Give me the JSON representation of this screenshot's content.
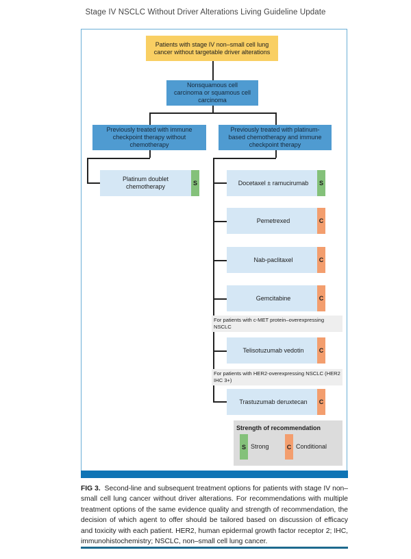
{
  "header": {
    "title": "Stage IV NSCLC Without Driver Alterations Living Guideline Update"
  },
  "flowchart": {
    "root": "Patients with stage IV non–small cell lung cancer without targetable driver alterations",
    "histology": "Nonsquamous cell carcinoma or squamous cell carcinoma",
    "branches": [
      {
        "label": "Previously treated with immune checkpoint therapy without chemotherapy",
        "treatments": [
          {
            "name": "Platinum doublet chemotherapy",
            "strength": "S"
          }
        ]
      },
      {
        "label": "Previously treated with platinum-based chemotherapy and immune checkpoint therapy",
        "treatments": [
          {
            "name": "Docetaxel ± ramucirumab",
            "strength": "S"
          },
          {
            "name": "Pemetrexed",
            "strength": "C"
          },
          {
            "name": "Nab-paclitaxel",
            "strength": "C"
          },
          {
            "name": "Gemcitabine",
            "strength": "C"
          },
          {
            "name": "Telisotuzumab vedotin",
            "strength": "C",
            "note": "For patients with c-MET protein–overexpressing NSCLC"
          },
          {
            "name": "Trastuzumab deruxtecan",
            "strength": "C",
            "note": "For patients with HER2-overexpressing NSCLC (HER2 IHC 3+)"
          }
        ]
      }
    ]
  },
  "legend": {
    "title": "Strength of recommendation",
    "items": [
      {
        "code": "S",
        "label": "Strong",
        "color": "#84c17a"
      },
      {
        "code": "C",
        "label": "Conditional",
        "color": "#f39e6e"
      }
    ]
  },
  "colors": {
    "root": "#f9cf63",
    "node": "#4f9bd1",
    "treatment": "#d5e7f5",
    "frame": "#0f74b5"
  },
  "caption": {
    "label": "FIG 3.",
    "text": "Second-line and subsequent treatment options for patients with stage IV non–small cell lung cancer without driver alterations. For recommendations with multiple treatment options of the same evidence quality and strength of recommendation, the decision of which agent to offer should be tailored based on discussion of efficacy and toxicity with each patient. HER2, human epidermal growth factor receptor 2; IHC, immunohistochemistry; NSCLC, non–small cell lung cancer."
  }
}
